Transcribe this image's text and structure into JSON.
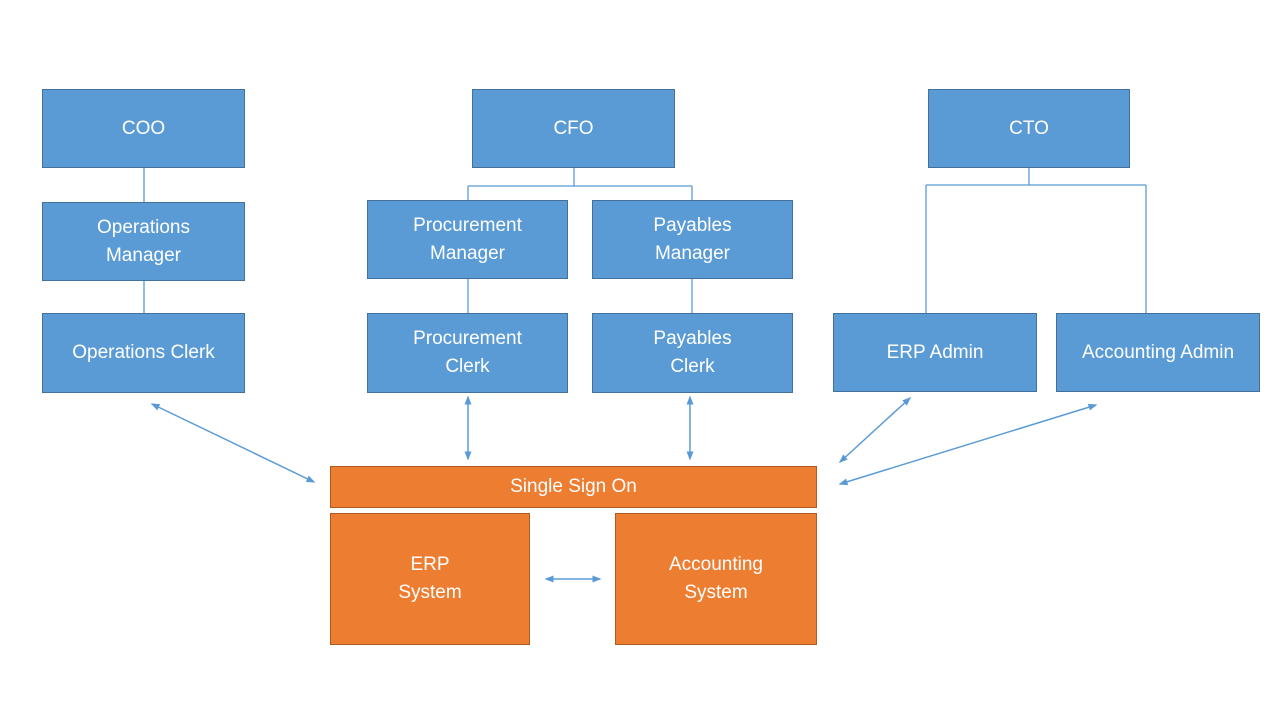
{
  "diagram": {
    "background": "#FFFFFF",
    "colors": {
      "role_box_fill": "#5B9BD5",
      "role_box_border": "#41719C",
      "system_box_fill": "#ED7D31",
      "system_box_border": "#AE5A21",
      "connector_stroke": "#5B9BD5",
      "arrow_stroke": "#5B9BD5",
      "label_text": "#FFFFFF"
    },
    "org_nodes": {
      "coo": {
        "label": "COO"
      },
      "operations_manager": {
        "label": "Operations\nManager"
      },
      "operations_clerk": {
        "label": "Operations Clerk"
      },
      "cfo": {
        "label": "CFO"
      },
      "procurement_manager": {
        "label": "Procurement\nManager"
      },
      "payables_manager": {
        "label": "Payables\nManager"
      },
      "procurement_clerk": {
        "label": "Procurement\nClerk"
      },
      "payables_clerk": {
        "label": "Payables\nClerk"
      },
      "cto": {
        "label": "CTO"
      },
      "erp_admin": {
        "label": "ERP Admin"
      },
      "accounting_admin": {
        "label": "Accounting Admin"
      }
    },
    "system_nodes": {
      "single_sign_on": {
        "label": "Single Sign On"
      },
      "erp_system": {
        "label": "ERP\nSystem"
      },
      "accounting_system": {
        "label": "Accounting\nSystem"
      }
    }
  }
}
